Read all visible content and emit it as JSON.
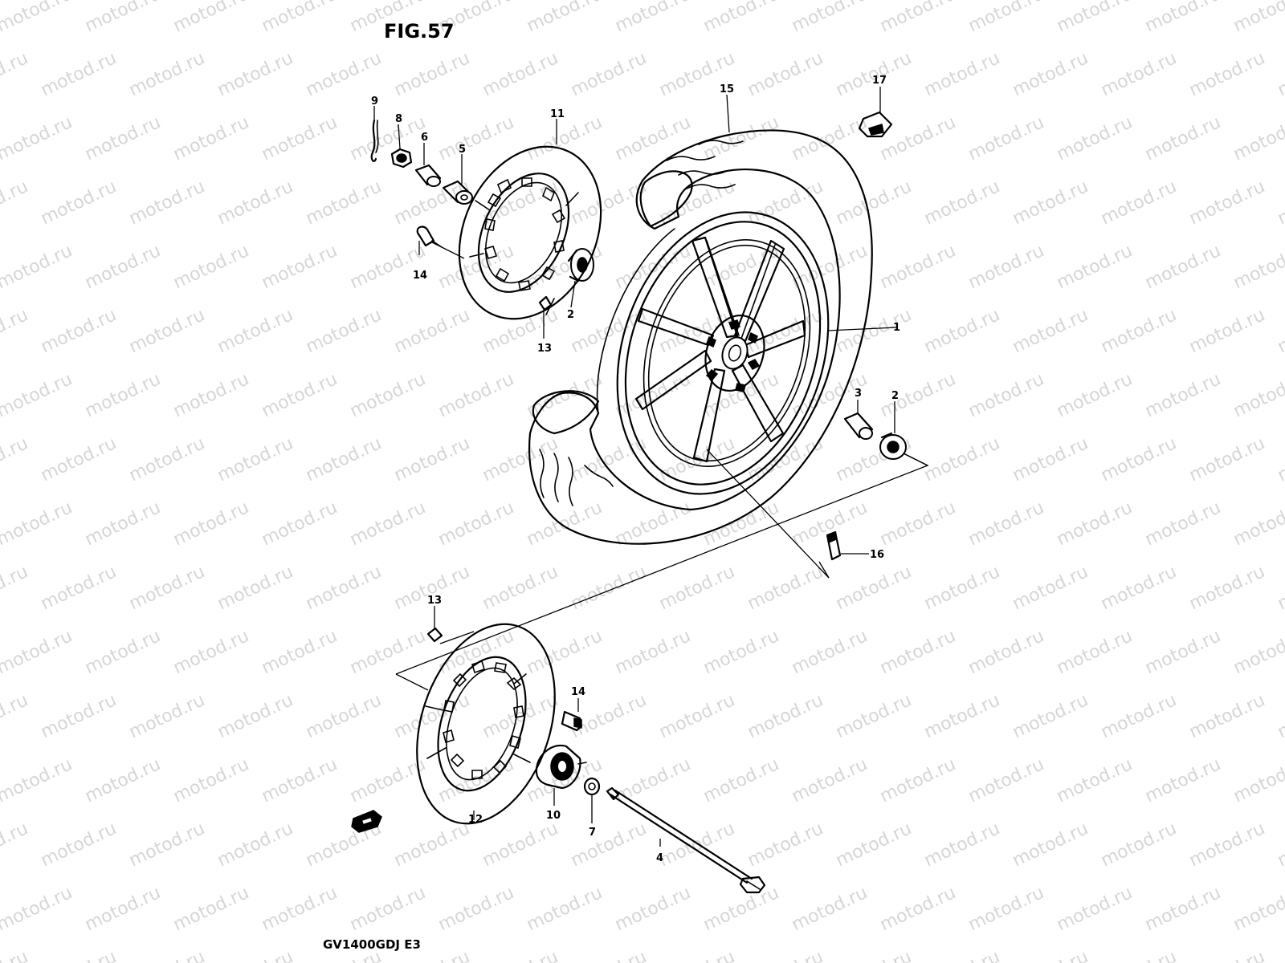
{
  "figure": {
    "title": "FIG.57",
    "model_code": "GV1400GDJ E3"
  },
  "watermark": {
    "text": "motod.ru",
    "color": "#d6d6d6"
  },
  "callouts": [
    {
      "id": "c1",
      "label": "1"
    },
    {
      "id": "c2a",
      "label": "2"
    },
    {
      "id": "c2b",
      "label": "2"
    },
    {
      "id": "c3",
      "label": "3"
    },
    {
      "id": "c4",
      "label": "4"
    },
    {
      "id": "c5",
      "label": "5"
    },
    {
      "id": "c6",
      "label": "6"
    },
    {
      "id": "c7",
      "label": "7"
    },
    {
      "id": "c8",
      "label": "8"
    },
    {
      "id": "c9",
      "label": "9"
    },
    {
      "id": "c10",
      "label": "10"
    },
    {
      "id": "c11",
      "label": "11"
    },
    {
      "id": "c12",
      "label": "12"
    },
    {
      "id": "c13a",
      "label": "13"
    },
    {
      "id": "c13b",
      "label": "13"
    },
    {
      "id": "c14a",
      "label": "14"
    },
    {
      "id": "c14b",
      "label": "14"
    },
    {
      "id": "c15",
      "label": "15"
    },
    {
      "id": "c16",
      "label": "16"
    },
    {
      "id": "c17",
      "label": "17"
    }
  ]
}
